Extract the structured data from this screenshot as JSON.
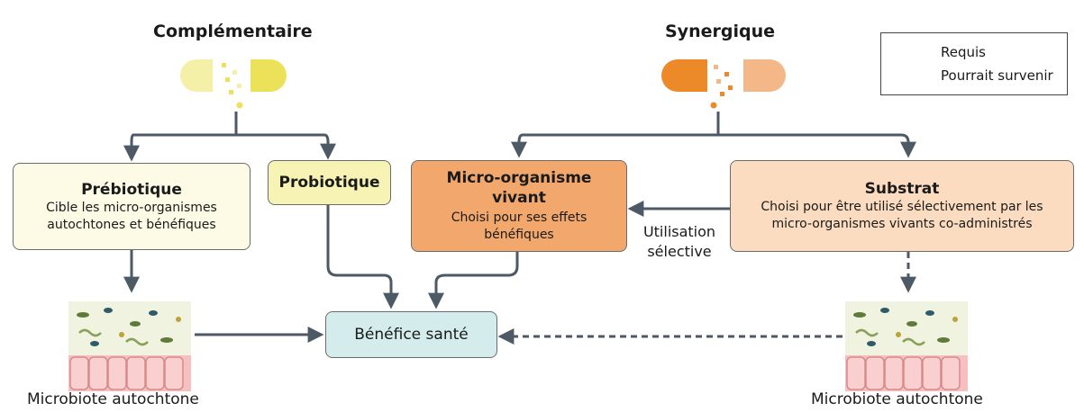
{
  "headings": {
    "left": "Complémentaire",
    "right": "Synergique"
  },
  "legend": {
    "required": "Requis",
    "possible": "Pourrait survenir"
  },
  "boxes": {
    "prebiotic": {
      "title": "Prébiotique",
      "desc": "Cible les micro-organismes autochtones et bénéfiques"
    },
    "probiotic": {
      "title": "Probiotique"
    },
    "live_microorganism": {
      "title": "Micro-organisme vivant",
      "desc": "Choisi pour ses effets bénéfiques"
    },
    "substrate": {
      "title": "Substrat",
      "desc": "Choisi pour être utilisé sélectivement par les micro-organismes vivants co-administrés"
    },
    "health_benefit": {
      "title": "Bénéfice santé"
    }
  },
  "arrow_labels": {
    "selective_use": "Utilisation sélective"
  },
  "microbiota": {
    "left_label": "Microbiote autochtone",
    "right_label": "Microbiote autochtone"
  },
  "colors": {
    "prebiotic_fill": "#fdfbe6",
    "probiotic_fill": "#f7f3b5",
    "live_fill": "#f2a86c",
    "substrate_fill": "#fbdcc0",
    "benefit_fill": "#d5ecec",
    "arrow": "#4d5a66",
    "capsule_left": "#f4f0a8",
    "capsule_right": "#ece25a",
    "capsule_orange": "#ec8a2a",
    "capsule_peach": "#f4b788"
  }
}
